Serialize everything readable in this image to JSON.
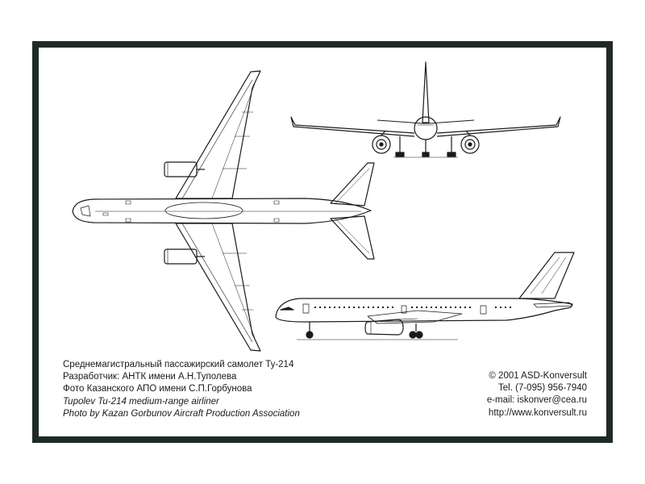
{
  "caption": {
    "line1": "Среднемагистральный пассажирский самолет Ту-214",
    "line2": "Разработчик: АНТК имени А.Н.Туполева",
    "line3": "Фото Казанского АПО имени С.П.Горбунова",
    "line4": "Tupolev Tu-214 medium-range airliner",
    "line5": "Photo by Kazan Gorbunov Aircraft Production Association"
  },
  "credits": {
    "copyright": "© 2001 ASD-Konversult",
    "phone": "Tel. (7-095) 956-7940",
    "email": "e-mail: iskonver@cea.ru",
    "url": "http://www.konversult.ru"
  },
  "colors": {
    "frame": "#1d2b24",
    "card": "#ffffff",
    "ink": "#1a1a1a"
  }
}
